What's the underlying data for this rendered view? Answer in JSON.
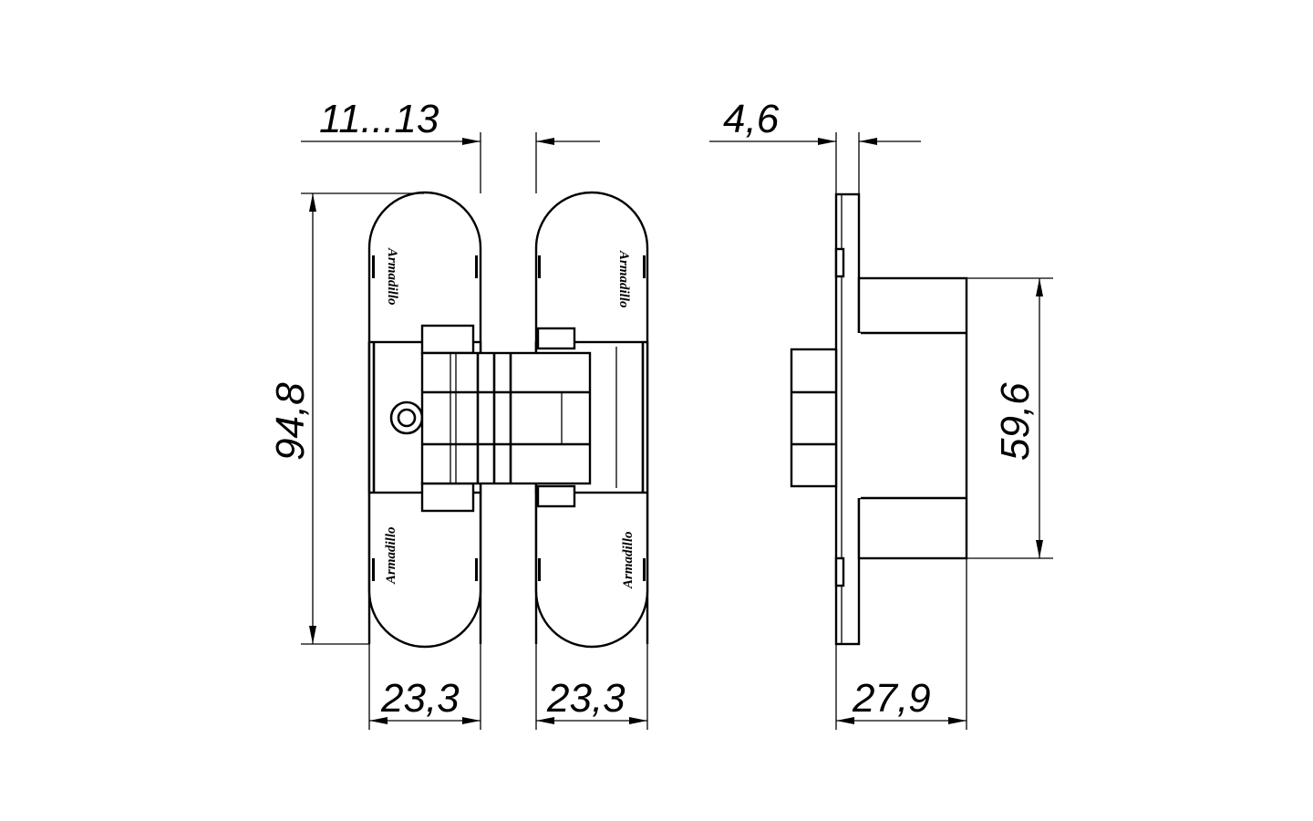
{
  "drawing": {
    "logo_text": "Armadillo",
    "dimensions": {
      "gap": "11...13",
      "plate_thickness": "4,6",
      "height": "94,8",
      "body_height": "59,6",
      "left_width": "23,3",
      "right_width": "23,3",
      "depth": "27,9"
    }
  }
}
